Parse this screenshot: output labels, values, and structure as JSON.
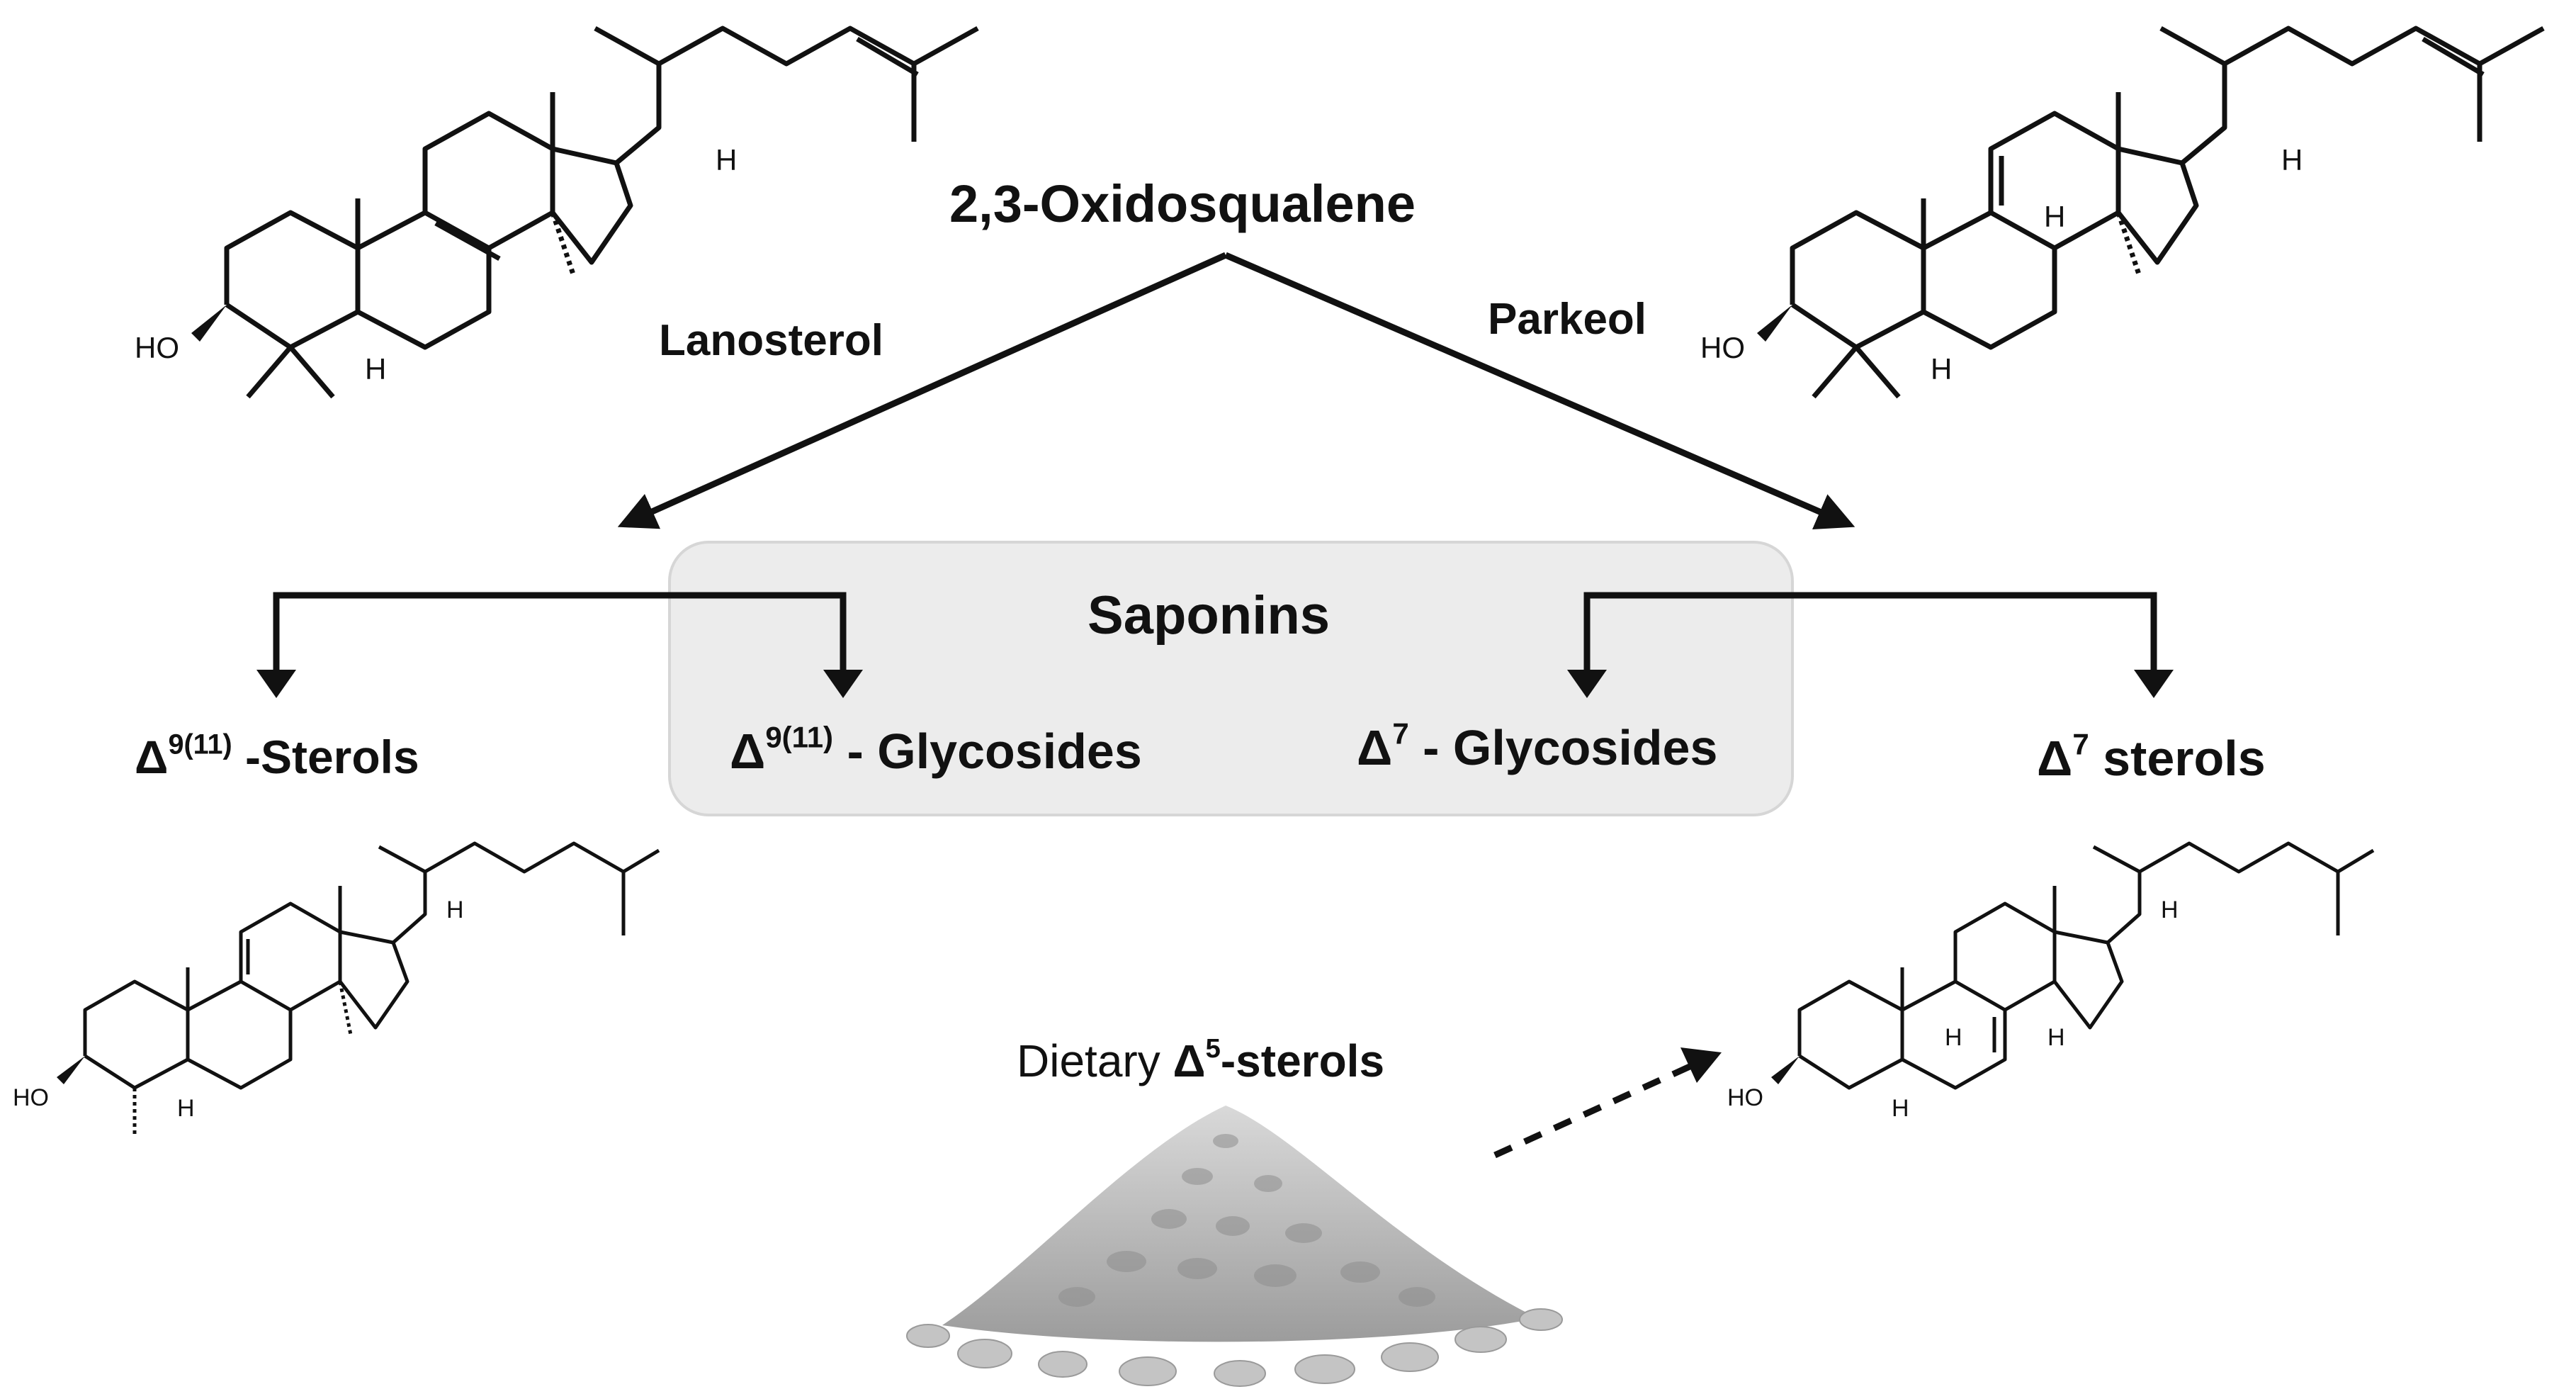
{
  "precursor": "2,3-Oxidosqualene",
  "branches": {
    "left": "Lanosterol",
    "right": "Parkeol"
  },
  "saponins_box": {
    "title": "Saponins",
    "items": [
      {
        "delta": "Δ",
        "superscript": "9(11)",
        "text": " - Glycosides"
      },
      {
        "delta": "Δ",
        "superscript": "7",
        "text": " - Glycosides"
      }
    ]
  },
  "sterol_classes": {
    "left": {
      "delta": "Δ",
      "superscript": "9(11)",
      "text": " -Sterols"
    },
    "right": {
      "delta": "Δ",
      "superscript": "7",
      "text": " sterols"
    }
  },
  "dietary": {
    "prefix": "Dietary ",
    "delta": "Δ",
    "superscript": "5",
    "suffix": "-sterols"
  },
  "atom_labels": {
    "hydroxyl": "HO",
    "hydrogen": "H"
  },
  "colors": {
    "box_fill": "#ececec",
    "box_border": "#d6d6d6",
    "ink": "#111111",
    "powder": "#b5b5b5"
  }
}
